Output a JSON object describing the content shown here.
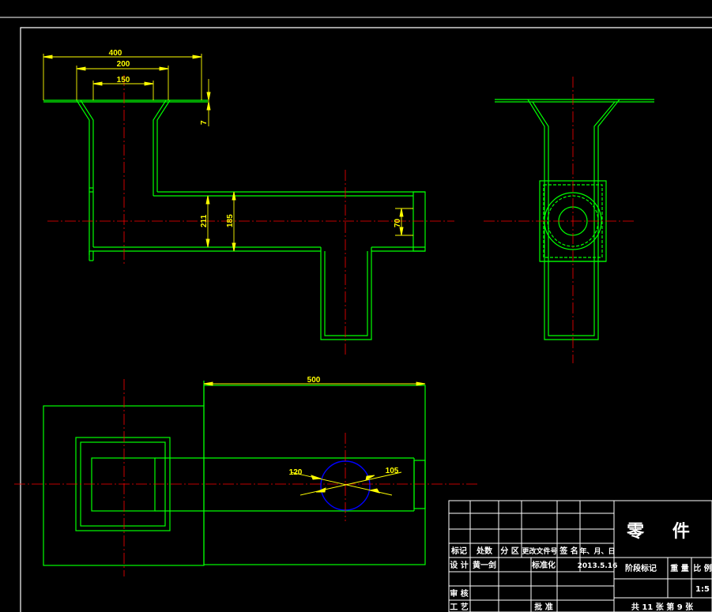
{
  "drawing": {
    "dimensions": {
      "width_400": "400",
      "width_200": "200",
      "width_150": "150",
      "thickness_small": "7",
      "height_211": "211",
      "height_185": "185",
      "opening_70": "70",
      "length_500": "500",
      "angle_120": "120",
      "angle_105": "105"
    },
    "colors": {
      "outline": "#00ff00",
      "centerline": "#ff0000",
      "dimension": "#ffff00",
      "frame": "#ffffff",
      "pipe_circle": "#0000ff"
    }
  },
  "title_block": {
    "part_name": "零 件",
    "headers": {
      "mark": "标记",
      "count": "处数",
      "zone": "分 区",
      "change_doc": "更改文件号",
      "signature": "签 名",
      "date": "年、月、日"
    },
    "rows": {
      "design_label": "设 计",
      "designer": "黄一剑",
      "standard_label": "标准化",
      "design_date": "2013.5.16",
      "review_label": "审 核",
      "process_label": "工 艺",
      "approve_label": "批 准"
    },
    "right": {
      "stage_mark": "阶段标记",
      "weight": "重 量",
      "scale_label": "比 例",
      "scale_value": "1:5",
      "sheets": "共 11 张  第 9 张"
    }
  }
}
